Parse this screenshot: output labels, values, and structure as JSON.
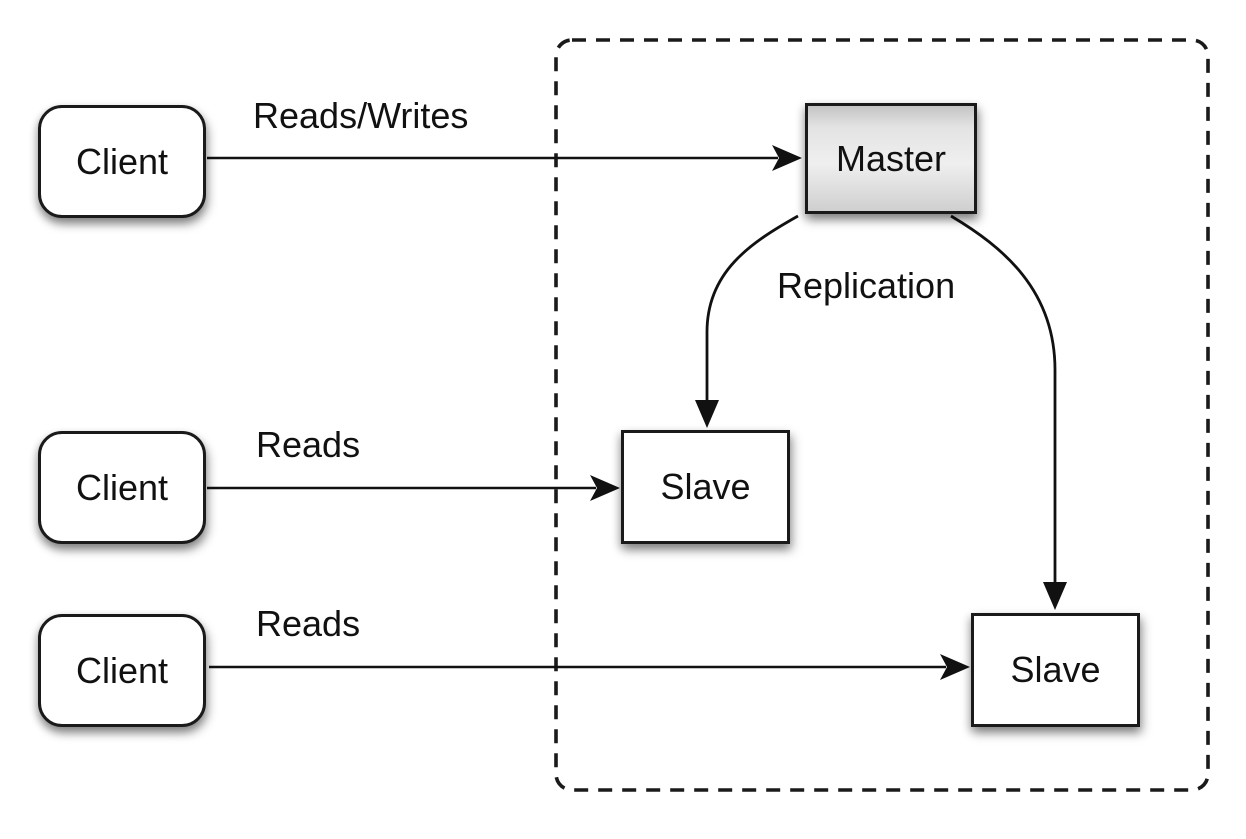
{
  "diagram": {
    "nodes": {
      "client1": {
        "label": "Client"
      },
      "client2": {
        "label": "Client"
      },
      "client3": {
        "label": "Client"
      },
      "master": {
        "label": "Master"
      },
      "slave1": {
        "label": "Slave"
      },
      "slave2": {
        "label": "Slave"
      }
    },
    "edge_labels": {
      "reads_writes": "Reads/Writes",
      "reads_top": "Reads",
      "reads_bottom": "Reads",
      "replication": "Replication"
    },
    "colors": {
      "background": "#ffffff",
      "box_border": "#1a1a1a",
      "box_fill": "#ffffff",
      "master_fill_top": "#c4c4c4",
      "master_fill_mid": "#efefef",
      "master_fill_bottom": "#cfcfcf",
      "arrow": "#111111",
      "text": "#111111"
    }
  }
}
